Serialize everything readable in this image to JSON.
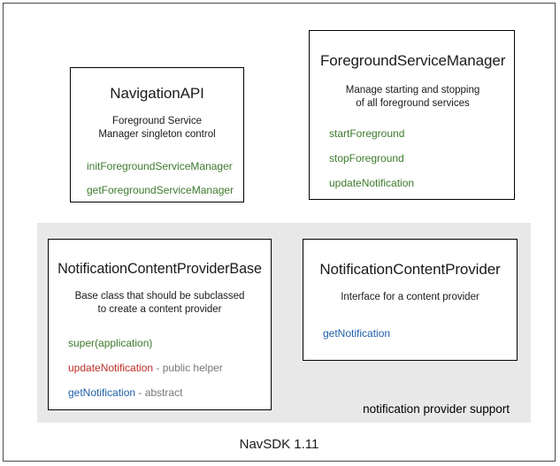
{
  "diagram": {
    "footer_label": "NavSDK 1.11",
    "panel": {
      "caption": "notification provider support"
    },
    "colors": {
      "member_green": "#3c7a2c",
      "member_red": "#bf2d26",
      "member_blue": "#1f5fa8",
      "note_gray": "#777777",
      "panel_background": "#e8e8e8",
      "card_border": "#000000",
      "frame_border": "#4a4a4a"
    },
    "cards": [
      {
        "id": "navigation-api",
        "title": "NavigationAPI",
        "desc_line1": "Foreground Service",
        "desc_line2": "Manager singleton control",
        "members": [
          {
            "name": "initForegroundServiceManager",
            "color": "green",
            "note": ""
          },
          {
            "name": "getForegroundServiceManager",
            "color": "green",
            "note": ""
          }
        ]
      },
      {
        "id": "foreground-service-manager",
        "title": "ForegroundServiceManager",
        "desc_line1": "Manage starting and stopping",
        "desc_line2": "of all foreground services",
        "members": [
          {
            "name": "startForeground",
            "color": "green",
            "note": ""
          },
          {
            "name": "stopForeground",
            "color": "green",
            "note": ""
          },
          {
            "name": "updateNotification",
            "color": "green",
            "note": ""
          }
        ]
      },
      {
        "id": "notification-content-provider-base",
        "title": "NotificationContentProviderBase",
        "desc_line1": "Base class that should be subclassed",
        "desc_line2": "to create a content provider",
        "members": [
          {
            "name": "super(application)",
            "color": "green",
            "note": ""
          },
          {
            "name": "updateNotification",
            "color": "red",
            "note": " - public helper"
          },
          {
            "name": "getNotification",
            "color": "blue",
            "note": " - abstract"
          }
        ]
      },
      {
        "id": "notification-content-provider",
        "title": "NotificationContentProvider",
        "desc_line1": "Interface for a content provider",
        "desc_line2": "",
        "members": [
          {
            "name": "getNotification",
            "color": "blue",
            "note": ""
          }
        ]
      }
    ]
  }
}
